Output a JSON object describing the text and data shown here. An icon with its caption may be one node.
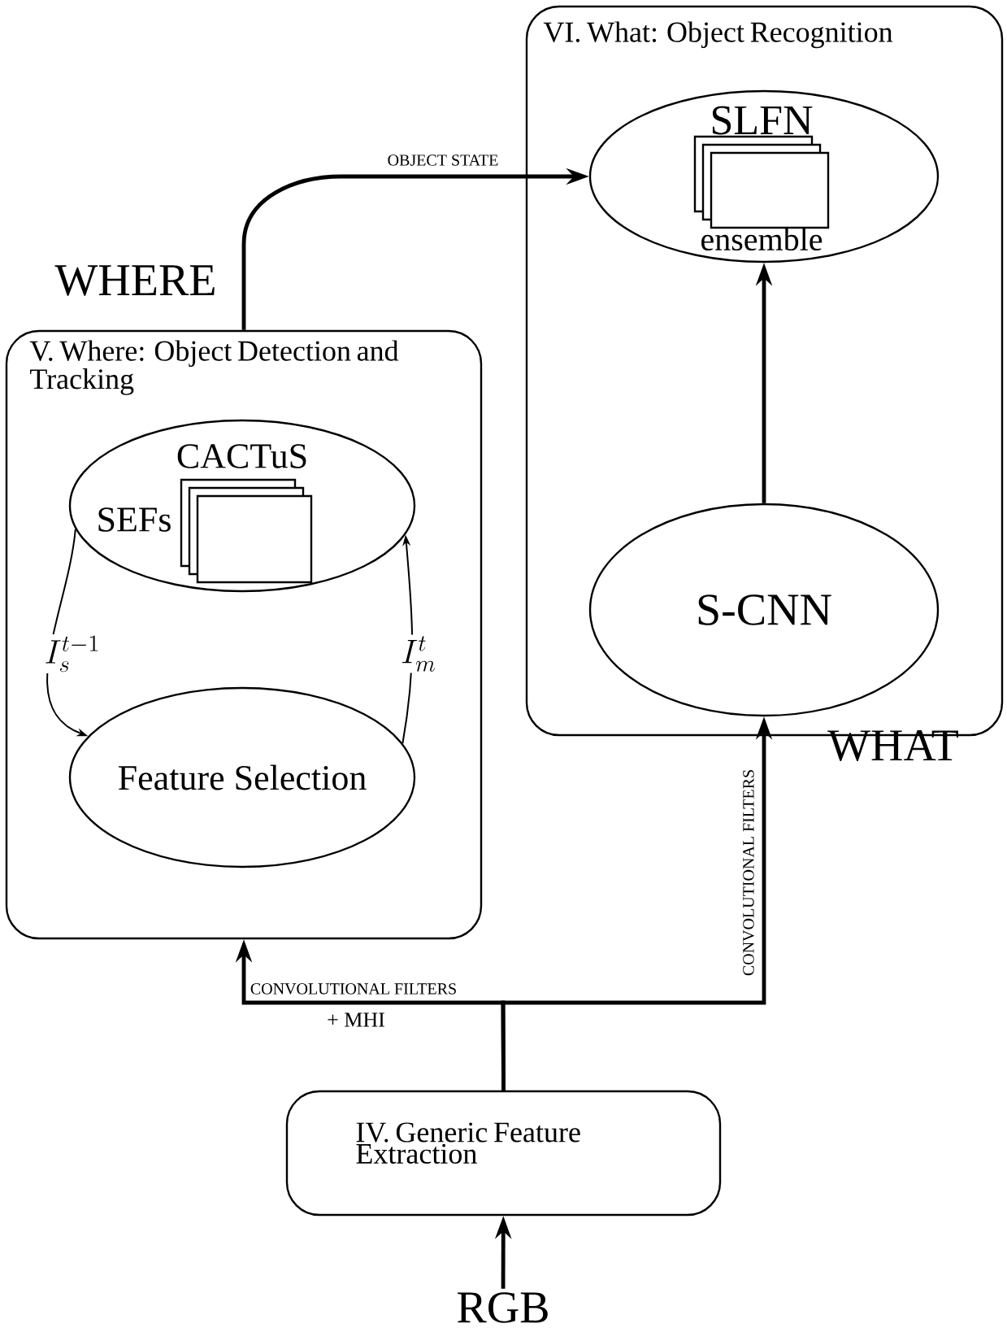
{
  "diagram": {
    "nodes": [
      {
        "text": [
          "V. Where: Object Detection and Tracking"
        ]
      },
      {
        "text": [
          "CACTuS",
          "SEFs"
        ],
        "in": 0
      },
      {
        "text": [
          "Feature Selection"
        ],
        "in": 0
      },
      {
        "text": [
          "VI. What: Object Recognition"
        ]
      },
      {
        "text": [
          "SLFN",
          "ensemble"
        ],
        "in": 3
      },
      {
        "text": [
          "S-CNN"
        ],
        "in": 3
      },
      {
        "text": [
          "IV. Generic Feature Extraction"
        ]
      },
      {
        "text": [
          "RGB"
        ]
      }
    ],
    "edges": [
      {
        "from": 0,
        "to": 4,
        "arrow": "to",
        "label": "OBJECT STATE"
      },
      {
        "from": 5,
        "to": 4,
        "arrow": "to"
      },
      {
        "from": 1,
        "to": 2,
        "arrow": "to",
        "label": "I_s^{t-1}"
      },
      {
        "from": 2,
        "to": 1,
        "arrow": "to",
        "label": "I_m^t"
      },
      {
        "from": 6,
        "to": 0,
        "arrow": "to",
        "label": "CONVOLUTIONAL FILTERS"
      },
      {
        "from": 6,
        "to": 5,
        "arrow": "to",
        "label": "CONVOLUTIONAL FILTERS"
      },
      {
        "from": 7,
        "to": 6,
        "arrow": "to"
      }
    ],
    "labels": [
      "WHERE",
      "WHAT",
      "+ MHI"
    ]
  }
}
